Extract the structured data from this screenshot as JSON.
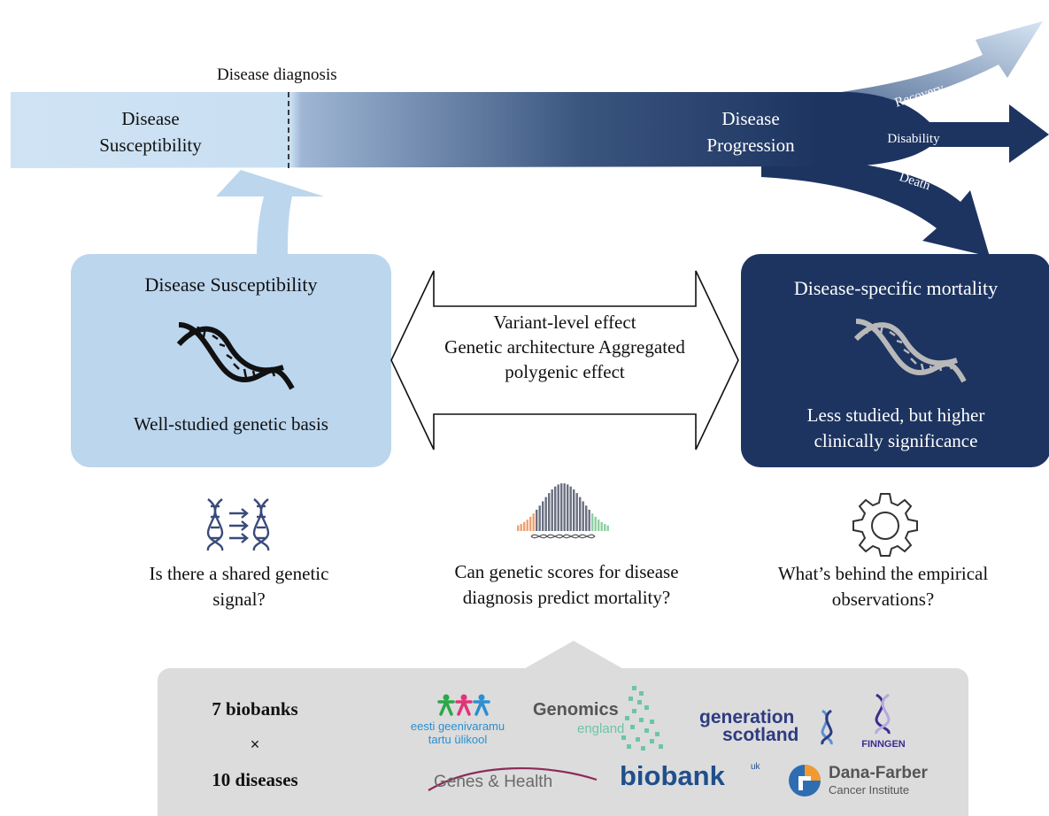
{
  "timeline": {
    "diagnosis_label": "Disease diagnosis",
    "susceptibility_label": [
      "Disease",
      "Susceptibility"
    ],
    "progression_label": [
      "Disease",
      "Progression"
    ],
    "outcomes": [
      "Recovery",
      "Disability",
      "Death"
    ]
  },
  "left_box": {
    "title": "Disease Susceptibility",
    "subtitle": "Well-studied genetic basis",
    "icon": "dna-icon"
  },
  "right_box": {
    "title": "Disease-specific mortality",
    "subtitle_line1": "Less studied, but higher",
    "subtitle_line2": "clinically significance",
    "icon": "dna-icon"
  },
  "center_arrow": {
    "line1": "Variant-level effect",
    "line2": "Genetic architecture Aggregated",
    "line3": "polygenic effect"
  },
  "questions": [
    {
      "icon": "dna-comparison-icon",
      "line1": "Is there a shared genetic",
      "line2": "signal?"
    },
    {
      "icon": "distribution-curve-icon",
      "line1": "Can genetic scores for disease",
      "line2": "diagnosis predict mortality?"
    },
    {
      "icon": "gear-icon",
      "line1": "What’s behind the empirical",
      "line2": "observations?"
    }
  ],
  "data_panel": {
    "biobanks": "7 biobanks",
    "times": "×",
    "diseases": "10 diseases",
    "logos": {
      "estonia_line1": "eesti geenivaramu",
      "estonia_line2": "tartu ülikool",
      "genomics_line1": "Genomics",
      "genomics_line2": "england",
      "gs_line1": "generation",
      "gs_line2": "scotland",
      "finngen": "FINNGEN",
      "genes_health": "Genes & Health",
      "ukb": "biobank",
      "ukb_sup": "uk",
      "dana_line1": "Dana-Farber",
      "dana_line2": "Cancer Institute"
    }
  },
  "colors": {
    "light_blue": "#bcd6ee",
    "navy": "#1d3461",
    "panel_grey": "#dcdcdc"
  }
}
